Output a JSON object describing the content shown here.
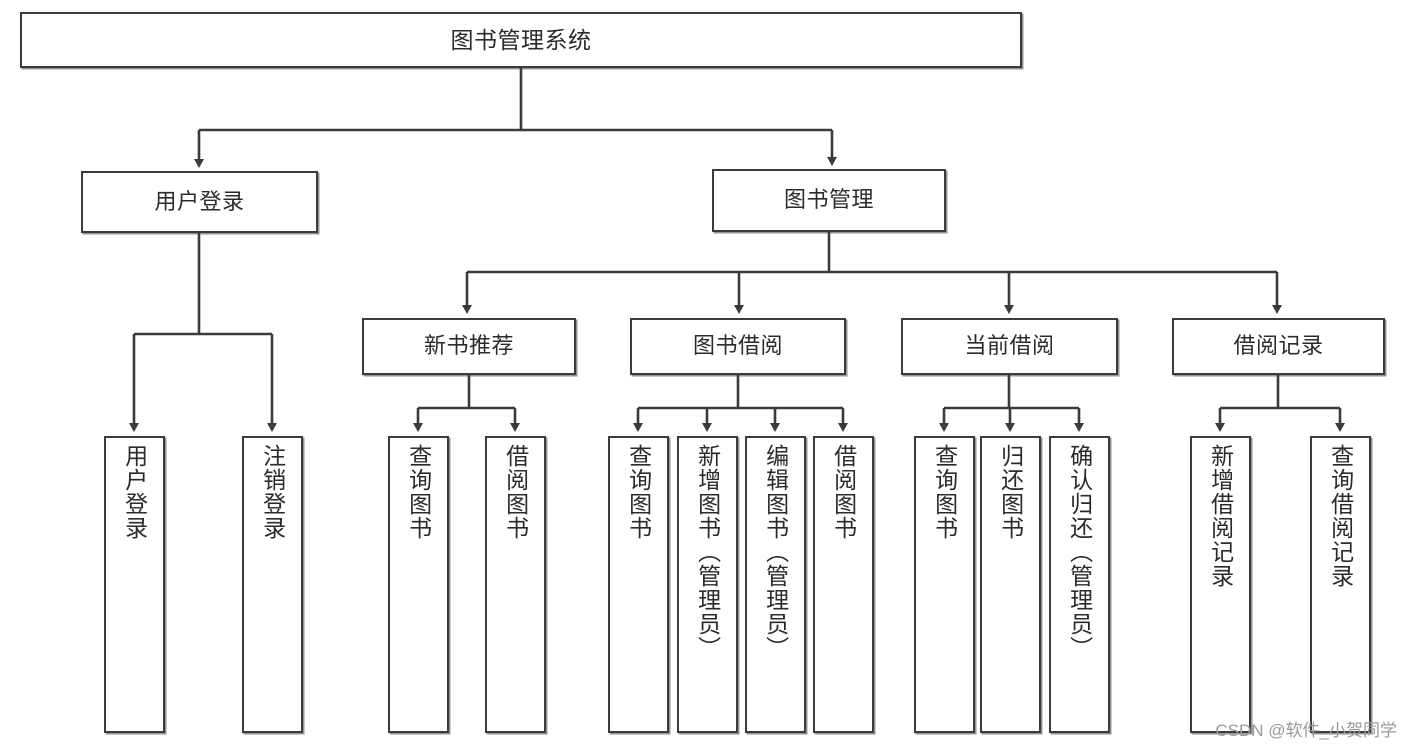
{
  "diagram": {
    "title": "图书管理系统",
    "type": "tree",
    "line_color": "#3b3b3b",
    "box_fill": "#ffffff",
    "text_color": "#2b2b2b",
    "root": {
      "id": "root",
      "label": "图书管理系统"
    },
    "level2": [
      {
        "id": "user-login",
        "label": "用户登录"
      },
      {
        "id": "book-manage",
        "label": "图书管理"
      }
    ],
    "level3": [
      {
        "id": "new-book-rec",
        "label": "新书推荐",
        "parent": "book-manage"
      },
      {
        "id": "book-borrow",
        "label": "图书借阅",
        "parent": "book-manage"
      },
      {
        "id": "current-borrow",
        "label": "当前借阅",
        "parent": "book-manage"
      },
      {
        "id": "borrow-record",
        "label": "借阅记录",
        "parent": "book-manage"
      }
    ],
    "leaves": {
      "user_login": [
        {
          "id": "leaf-user-login",
          "label": "用户登录"
        },
        {
          "id": "leaf-logout",
          "label": "注销登录"
        }
      ],
      "new_book_rec": [
        {
          "id": "leaf-query-book-1",
          "label": "查询图书"
        },
        {
          "id": "leaf-borrow-book-1",
          "label": "借阅图书"
        }
      ],
      "book_borrow": [
        {
          "id": "leaf-query-book-2",
          "label": "查询图书"
        },
        {
          "id": "leaf-add-book",
          "label": "新增图书（管理员）"
        },
        {
          "id": "leaf-edit-book",
          "label": "编辑图书（管理员）"
        },
        {
          "id": "leaf-borrow-book-2",
          "label": "借阅图书"
        }
      ],
      "current_borrow": [
        {
          "id": "leaf-query-book-3",
          "label": "查询图书"
        },
        {
          "id": "leaf-return-book",
          "label": "归还图书"
        },
        {
          "id": "leaf-confirm-return",
          "label": "确认归还（管理员）"
        }
      ],
      "borrow_record": [
        {
          "id": "leaf-add-record",
          "label": "新增借阅记录"
        },
        {
          "id": "leaf-query-record",
          "label": "查询借阅记录"
        }
      ]
    }
  },
  "watermark": {
    "text": "CSDN @软件_小贺同学"
  }
}
